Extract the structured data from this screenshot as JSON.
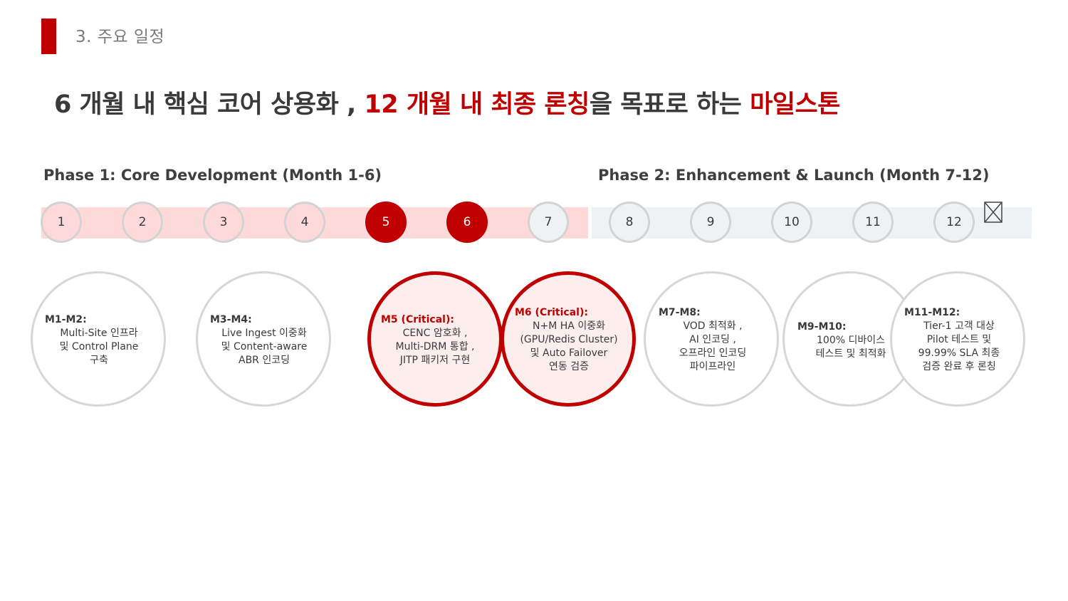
{
  "header": {
    "section_label": "3.  주요 일정",
    "headline_part1": "6 개월 내 핵심 코어 상용화 , ",
    "headline_part2": "12 개월 내 최종 론칭",
    "headline_part3": "을 목표로 하는 ",
    "headline_part4": "마일스톤"
  },
  "colors": {
    "accent": "#c00000",
    "phase1_band": "#fdd9d9",
    "phase2_band": "#eff2f5",
    "critical_fill": "#fdeeee"
  },
  "phases": [
    {
      "label": "Phase 1: Core Development (Month 1-6)"
    },
    {
      "label": "Phase 2: Enhancement & Launch (Month 7-12)"
    }
  ],
  "months": [
    {
      "label": "1",
      "style": "phase1"
    },
    {
      "label": "2",
      "style": "phase1"
    },
    {
      "label": "3",
      "style": "phase1"
    },
    {
      "label": "4",
      "style": "phase1"
    },
    {
      "label": "5",
      "style": "critical"
    },
    {
      "label": "6",
      "style": "critical"
    },
    {
      "label": "7",
      "style": "phase2"
    },
    {
      "label": "8",
      "style": "phase2"
    },
    {
      "label": "9",
      "style": "phase2"
    },
    {
      "label": "10",
      "style": "phase2"
    },
    {
      "label": "11",
      "style": "phase2"
    },
    {
      "label": "12",
      "style": "phase2"
    }
  ],
  "end_marker_icon": "image-placeholder-icon",
  "milestones": [
    {
      "title": "M1-M2:",
      "critical": false,
      "lines": [
        "Multi-Site  인프라",
        "및  Control Plane",
        "구축"
      ]
    },
    {
      "title": "M3-M4:",
      "critical": false,
      "lines": [
        "Live Ingest  이중화",
        "및  Content-aware",
        "ABR  인코딩"
      ]
    },
    {
      "title": "M5 (Critical):",
      "critical": true,
      "lines": [
        "CENC  암호화 ,",
        "Multi-DRM  통합 ,",
        "JITP  패키저 구현"
      ]
    },
    {
      "title": "M6 (Critical):",
      "critical": true,
      "lines": [
        "N+M HA  이중화",
        "(GPU/Redis Cluster)",
        "및  Auto Failover",
        "연동 검증"
      ]
    },
    {
      "title": "M7-M8:",
      "critical": false,
      "lines": [
        "VOD  최적화 ,",
        "AI  인코딩 ,",
        "오프라인 인코딩",
        "파이프라인"
      ]
    },
    {
      "title": "M9-M10:",
      "critical": false,
      "lines": [
        "100%  디바이스",
        "테스트 및 최적화"
      ]
    },
    {
      "title": "M11-M12:",
      "critical": false,
      "lines": [
        "Tier-1  고객 대상",
        "Pilot  테스트 및",
        "99.99% SLA  최종",
        "검증 완료 후 론칭"
      ]
    }
  ]
}
